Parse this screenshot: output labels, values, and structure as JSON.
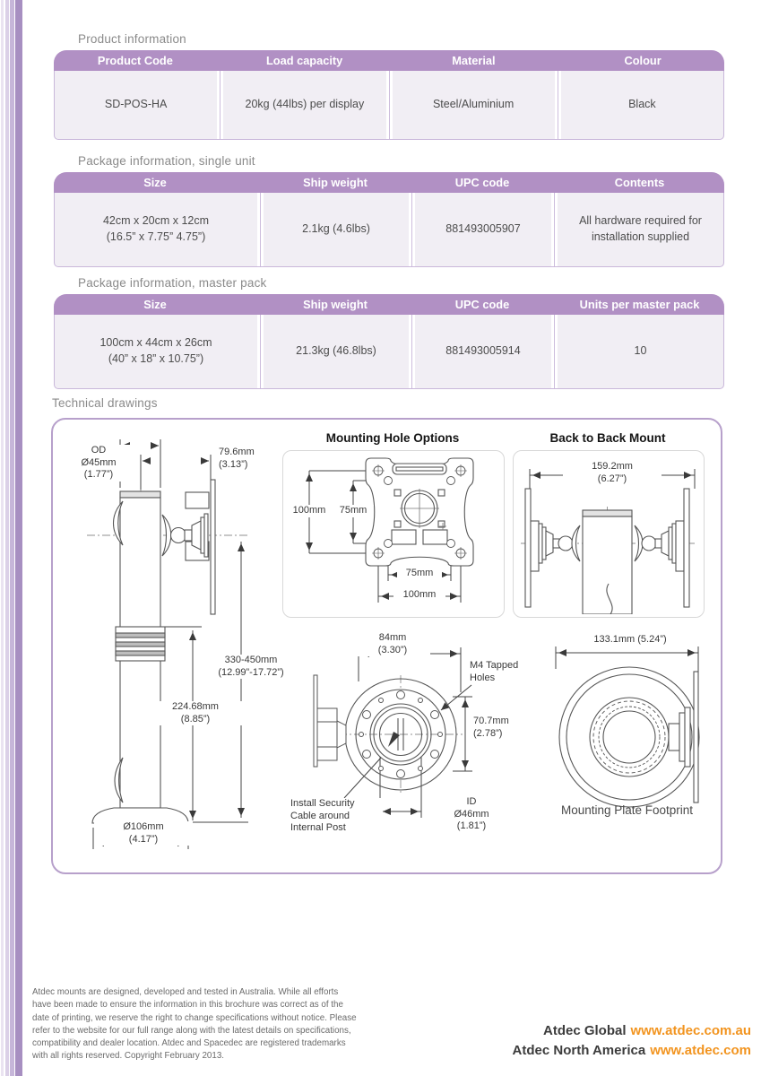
{
  "headings": {
    "product_info": "Product information",
    "package_single": "Package information, single unit",
    "package_master": "Package information, master pack",
    "technical": "Technical drawings"
  },
  "colors": {
    "header_purple": "#b190c4",
    "table_body": "#f1eef4",
    "panel_border": "#b7a0cb",
    "accent_orange": "#f2941f",
    "heading_gray": "#8a8a8a"
  },
  "tables": [
    {
      "headers": [
        "Product Code",
        "Load capacity",
        "Material",
        "Colour"
      ],
      "row": [
        "SD-POS-HA",
        "20kg (44lbs) per display",
        "Steel/Aluminium",
        "Black"
      ]
    },
    {
      "headers": [
        "Size",
        "Ship weight",
        "UPC code",
        "Contents"
      ],
      "row": [
        "42cm x 20cm x 12cm\n(16.5” x 7.75” 4.75”)",
        "2.1kg (4.6lbs)",
        "881493005907",
        "All hardware required for\ninstallation supplied"
      ]
    },
    {
      "headers": [
        "Size",
        "Ship weight",
        "UPC code",
        "Units per master pack"
      ],
      "row": [
        "100cm x 44cm x 26cm\n(40” x 18” x 10.75”)",
        "21.3kg (46.8lbs)",
        "881493005914",
        "10"
      ]
    }
  ],
  "drawings": {
    "pole": {
      "od": "OD\nØ45mm\n(1.77”)",
      "offset": "79.6mm\n(3.13”)",
      "range": "330-450mm\n(12.99”-17.72”)",
      "height": "224.68mm\n(8.85”)",
      "base": "Ø106mm\n(4.17”)"
    },
    "vesa": {
      "title": "Mounting Hole Options",
      "v100": "100mm",
      "v75": "75mm",
      "h75": "75mm",
      "h100": "100mm"
    },
    "b2b": {
      "title": "Back to Back Mount",
      "width": "159.2mm\n(6.27”)"
    },
    "circ": {
      "top": "84mm\n(3.30”)",
      "m4": "M4 Tapped\nHoles",
      "right": "70.7mm\n(2.78”)",
      "id": "ID\nØ46mm\n(1.81”)",
      "security": "Install Security\nCable around\nInternal Post"
    },
    "footprint": {
      "width": "133.1mm (5.24”)",
      "caption": "Mounting Plate Footprint"
    }
  },
  "footer": {
    "legal": "Atdec mounts are designed, developed and tested in Australia. While all efforts\nhave been made to ensure the information in this brochure was correct as of the\ndate of printing, we reserve the right to change specifications without notice. Please\nrefer to the website for our full range along with the latest details on specifications,\ncompatibility and dealer location. Atdec and Spacedec are registered trademarks\nwith all rights reserved. Copyright February 2013.",
    "global_label": "Atdec Global",
    "global_url": "www.atdec.com.au",
    "na_label": "Atdec North America",
    "na_url": "www.atdec.com"
  }
}
